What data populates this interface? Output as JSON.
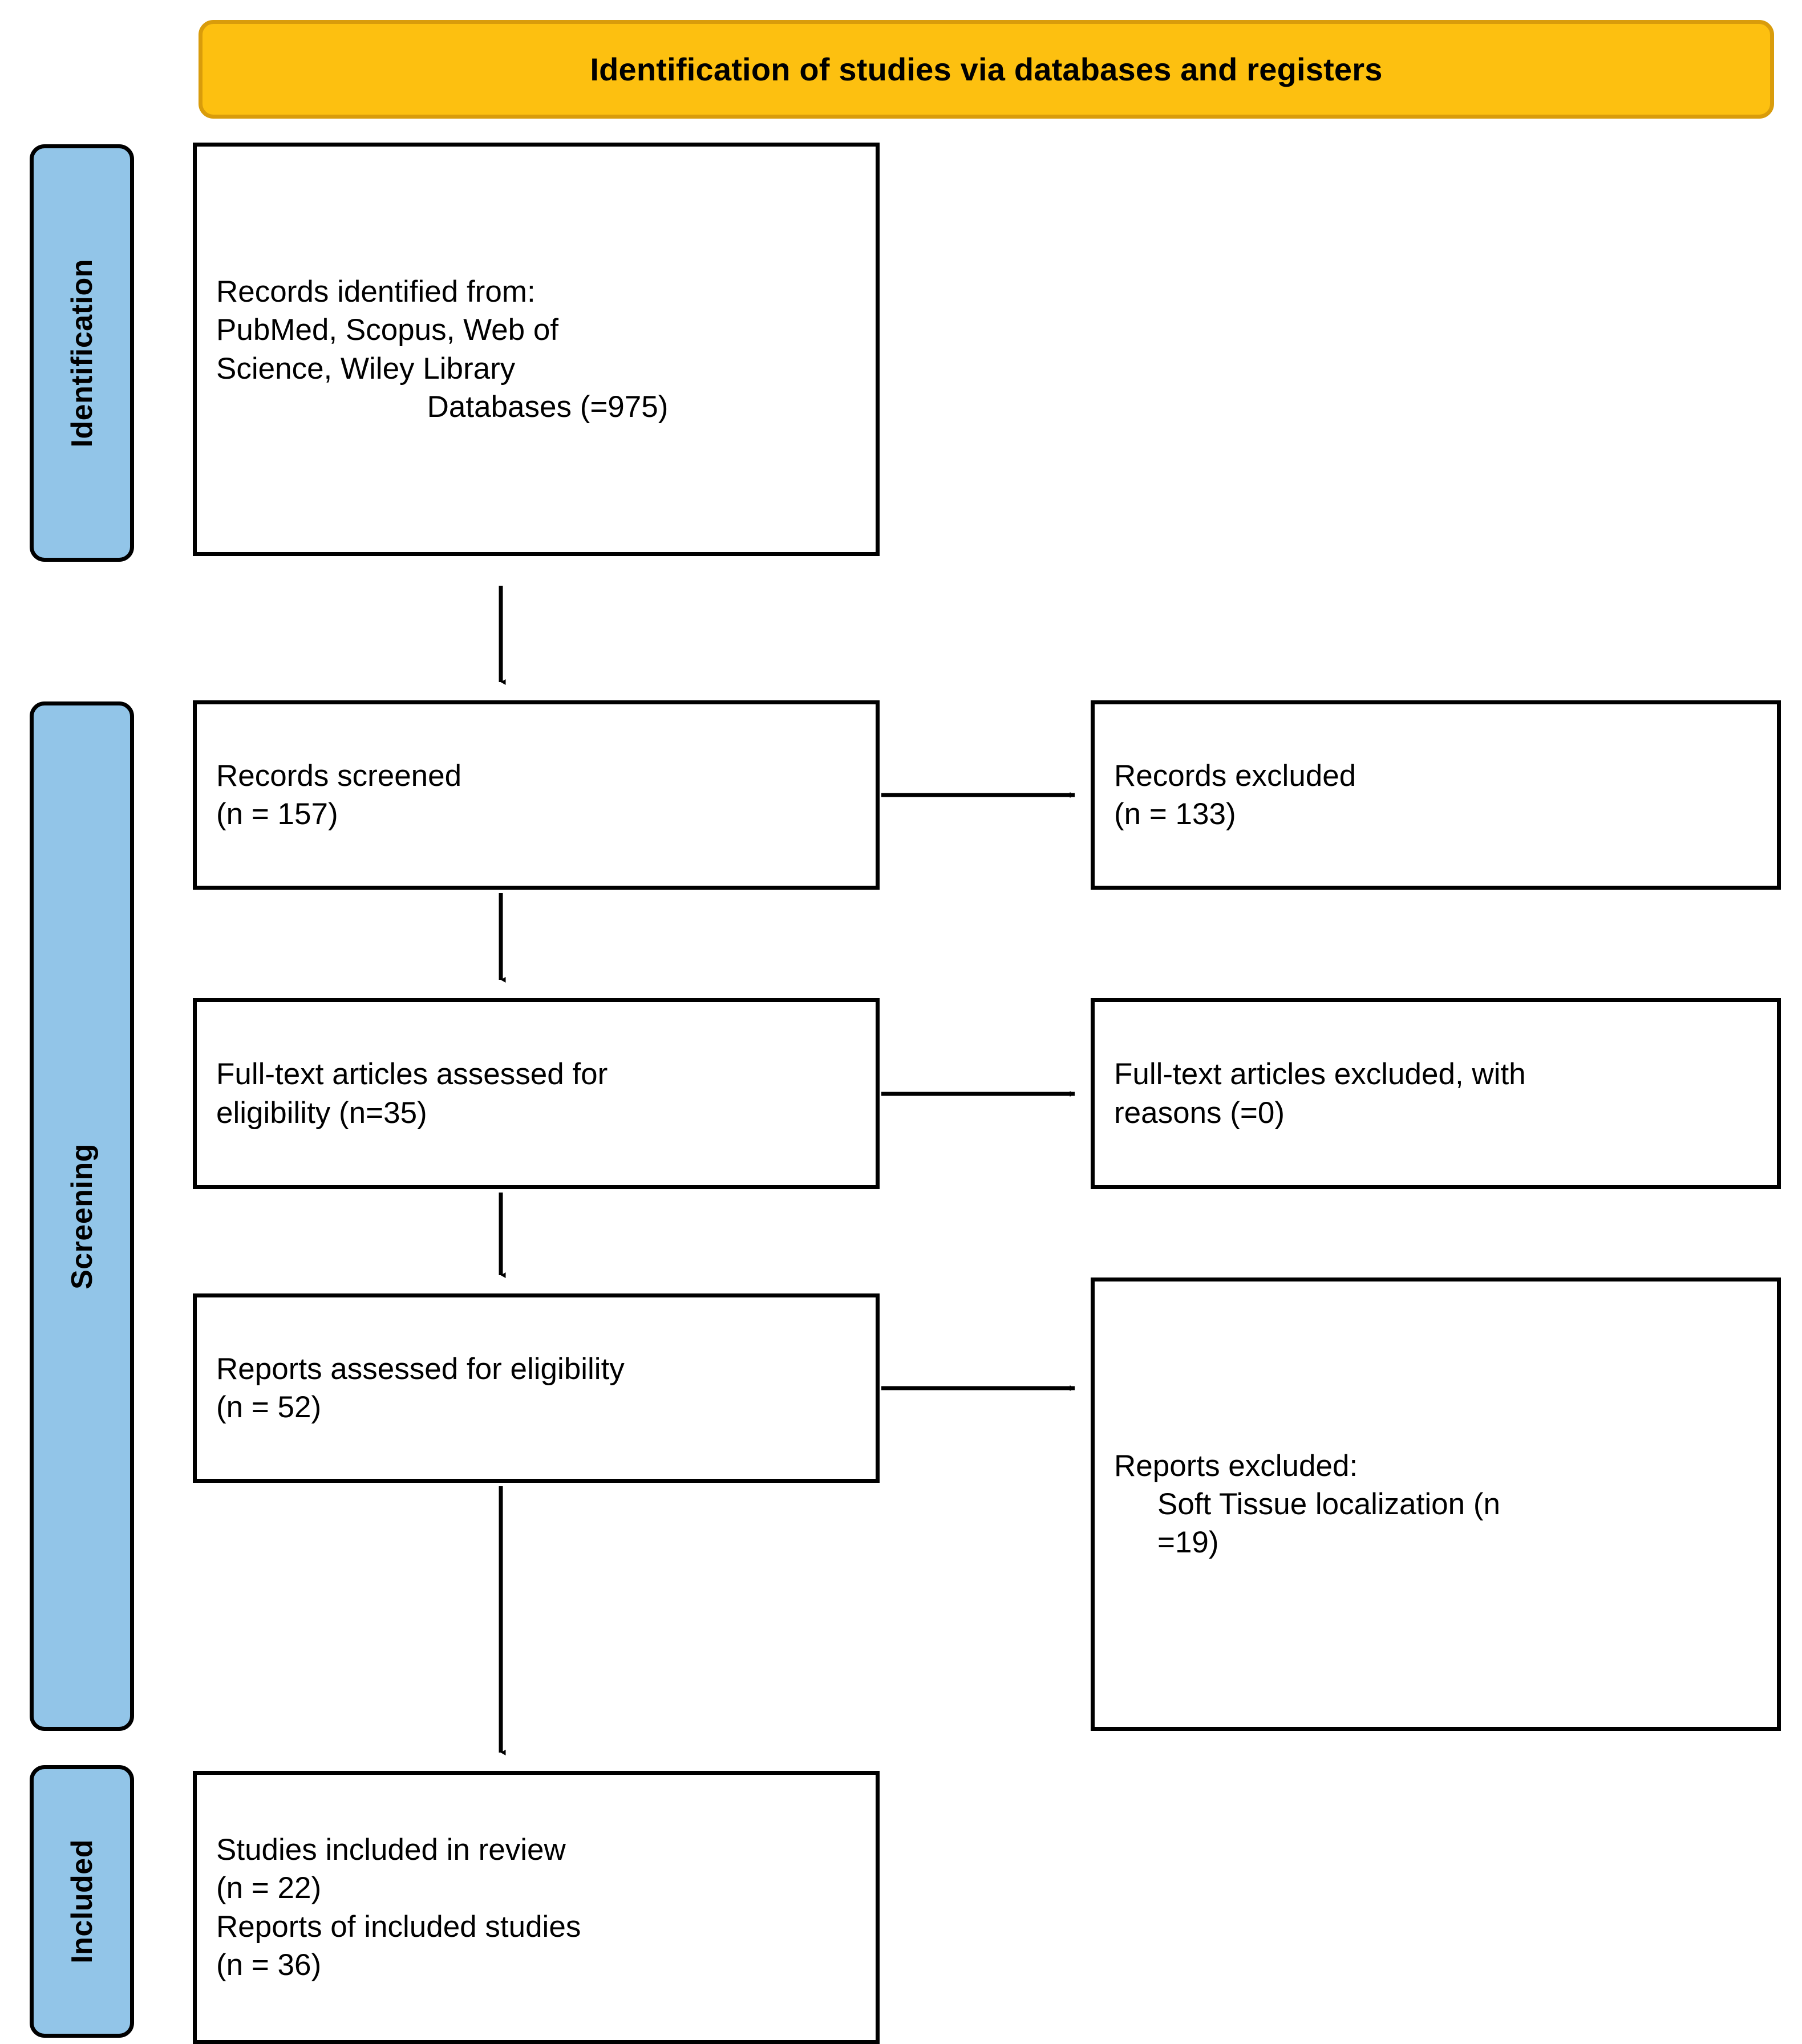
{
  "header": {
    "title": "Identification of studies via databases and registers",
    "fill_color": "#FDC010",
    "border_color": "#D99C0B"
  },
  "rails": {
    "fill_color": "#92C5E8",
    "border_color": "#000000",
    "items": [
      {
        "label": "Identification"
      },
      {
        "label": "Screening"
      },
      {
        "label": "Included"
      }
    ]
  },
  "boxes": {
    "identified": {
      "line1": "Records identified from:",
      "line2": "PubMed, Scopus, Web of",
      "line3": "Science, Wiley Library",
      "line4": "Databases (=975)",
      "count": 975
    },
    "screened": {
      "line1": "Records screened",
      "line2": "(n = 157)",
      "count": 157
    },
    "records_excluded": {
      "line1": "Records excluded",
      "line2": "(n = 133)",
      "count": 133
    },
    "fulltext_assessed": {
      "line1": "Full-text articles assessed for",
      "line2": "eligibility (n=35)",
      "count": 35
    },
    "fulltext_excluded": {
      "line1": "Full-text articles excluded, with",
      "line2": "reasons (=0)",
      "count": 0
    },
    "reports_assessed": {
      "line1": "Reports assessed for eligibility",
      "line2": "(n = 52)",
      "count": 52
    },
    "reports_excluded": {
      "line1": "Reports excluded:",
      "line2": "Soft Tissue localization (n",
      "line3": "=19)",
      "count": 19
    },
    "included": {
      "line1": "Studies included in review",
      "line2": "(n = 22)",
      "line3": "Reports of included studies",
      "line4": "(n = 36)",
      "studies_count": 22,
      "reports_count": 36
    }
  },
  "chart_data": {
    "type": "diagram",
    "title": "Identification of studies via databases and registers",
    "stages": [
      "Identification",
      "Screening",
      "Included"
    ],
    "nodes": [
      {
        "id": "identified",
        "stage": "Identification",
        "label": "Records identified from: PubMed, Scopus, Web of Science, Wiley Library Databases (=975)",
        "value": 975
      },
      {
        "id": "screened",
        "stage": "Screening",
        "label": "Records screened (n = 157)",
        "value": 157
      },
      {
        "id": "records_excluded",
        "stage": "Screening",
        "label": "Records excluded (n = 133)",
        "value": 133
      },
      {
        "id": "fulltext_assessed",
        "stage": "Screening",
        "label": "Full-text articles assessed for eligibility (n=35)",
        "value": 35
      },
      {
        "id": "fulltext_excluded",
        "stage": "Screening",
        "label": "Full-text articles excluded, with reasons (=0)",
        "value": 0
      },
      {
        "id": "reports_assessed",
        "stage": "Screening",
        "label": "Reports assessed for eligibility (n = 52)",
        "value": 52
      },
      {
        "id": "reports_excluded",
        "stage": "Screening",
        "label": "Reports excluded: Soft Tissue localization (n =19)",
        "value": 19
      },
      {
        "id": "included",
        "stage": "Included",
        "label": "Studies included in review (n = 22) Reports of included studies (n = 36)",
        "value": 22
      }
    ],
    "edges": [
      {
        "from": "identified",
        "to": "screened",
        "direction": "down"
      },
      {
        "from": "screened",
        "to": "records_excluded",
        "direction": "right"
      },
      {
        "from": "screened",
        "to": "fulltext_assessed",
        "direction": "down"
      },
      {
        "from": "fulltext_assessed",
        "to": "fulltext_excluded",
        "direction": "right"
      },
      {
        "from": "fulltext_assessed",
        "to": "reports_assessed",
        "direction": "down"
      },
      {
        "from": "reports_assessed",
        "to": "reports_excluded",
        "direction": "right"
      },
      {
        "from": "reports_assessed",
        "to": "included",
        "direction": "down"
      }
    ]
  }
}
